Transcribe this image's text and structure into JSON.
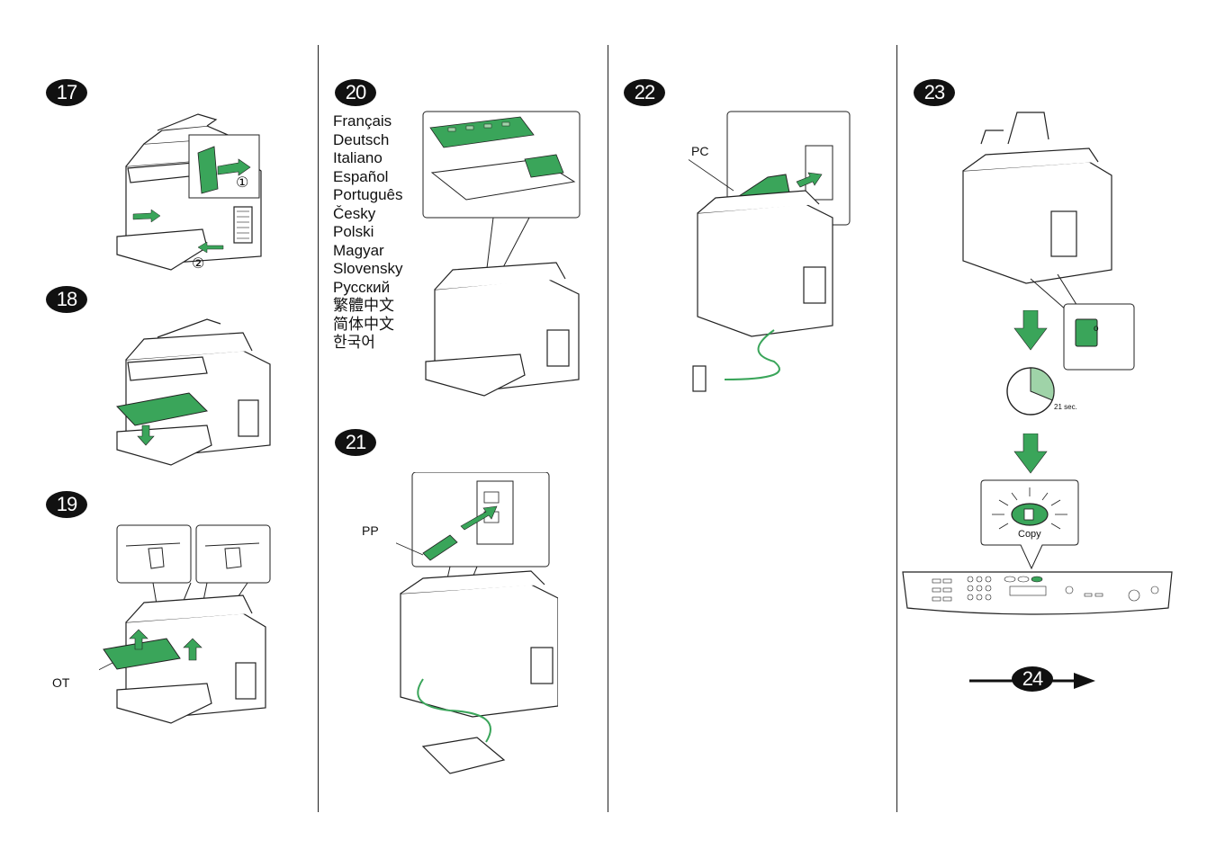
{
  "steps": {
    "s17": "17",
    "s18": "18",
    "s19": "19",
    "s20": "20",
    "s21": "21",
    "s22": "22",
    "s23": "23",
    "s24": "24"
  },
  "languages": [
    "Français",
    "Deutsch",
    "Italiano",
    "Español",
    "Português",
    "Česky",
    "Polski",
    "Magyar",
    "Slovensky",
    "Русский",
    "繁體中文",
    "简体中文",
    "한국어"
  ],
  "labels": {
    "ot": "OT",
    "pp": "PP",
    "pc": "PC",
    "callout1": "①",
    "callout2": "②",
    "timer": "21 sec.",
    "copy": "Copy",
    "switch_o": "o"
  },
  "colors": {
    "accent": "#3aa55a",
    "accent_light": "#9fd3a8",
    "ink": "#111111"
  }
}
